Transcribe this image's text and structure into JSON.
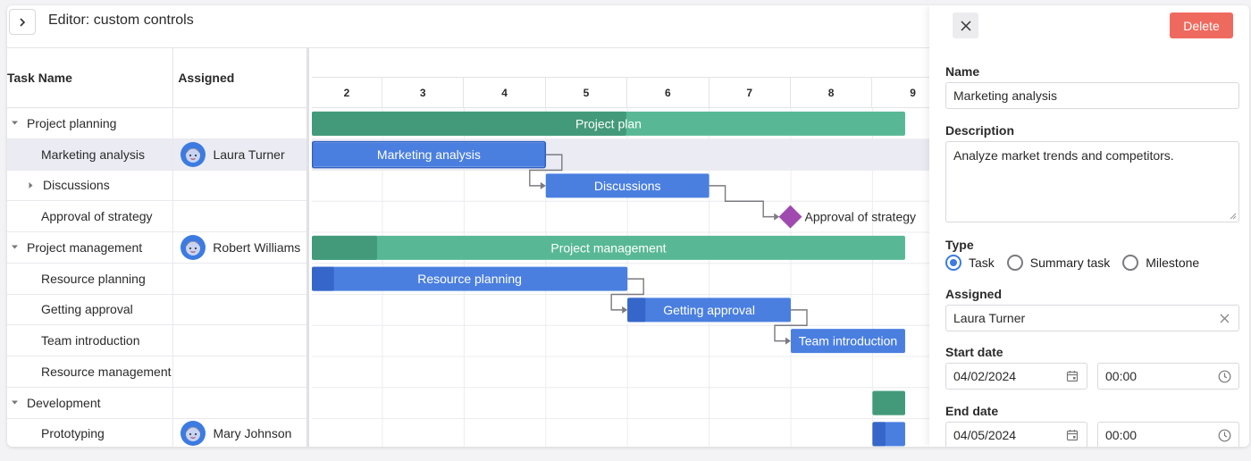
{
  "header": {
    "title": "Editor: custom controls"
  },
  "grid": {
    "columns": {
      "name": "Task Name",
      "assigned": "Assigned"
    },
    "rows": [
      {
        "name": "Project planning",
        "assigned": "",
        "toggle": "expanded",
        "level": 0
      },
      {
        "name": "Marketing analysis",
        "assigned": "Laura Turner",
        "toggle": "none",
        "level": 1,
        "selected": true
      },
      {
        "name": "Discussions",
        "assigned": "",
        "toggle": "collapsed",
        "level": 1
      },
      {
        "name": "Approval of strategy",
        "assigned": "",
        "toggle": "none",
        "level": 1
      },
      {
        "name": "Project management",
        "assigned": "Robert Williams",
        "toggle": "expanded",
        "level": 0
      },
      {
        "name": "Resource planning",
        "assigned": "",
        "toggle": "none",
        "level": 1
      },
      {
        "name": "Getting approval",
        "assigned": "",
        "toggle": "none",
        "level": 1
      },
      {
        "name": "Team introduction",
        "assigned": "",
        "toggle": "none",
        "level": 1
      },
      {
        "name": "Resource management",
        "assigned": "",
        "toggle": "none",
        "level": 1
      },
      {
        "name": "Development",
        "assigned": "",
        "toggle": "expanded",
        "level": 0
      },
      {
        "name": "Prototyping",
        "assigned": "Mary Johnson",
        "toggle": "none",
        "level": 1
      }
    ]
  },
  "timeline": {
    "days": [
      "2",
      "3",
      "4",
      "5",
      "6",
      "7",
      "8",
      "9"
    ],
    "bars": [
      {
        "label": "Project plan",
        "type": "summary",
        "start_day": 1.87,
        "end_day": 9.4,
        "progress": 0.53
      },
      {
        "label": "Marketing analysis",
        "type": "task",
        "start_day": 1.87,
        "end_day": 5.0,
        "progress": 0,
        "selected": true
      },
      {
        "label": "Discussions",
        "type": "task",
        "start_day": 5.0,
        "end_day": 7.0,
        "progress": 0
      },
      {
        "label": "Approval of strategy",
        "type": "milestone",
        "day": 8.0
      },
      {
        "label": "Project management",
        "type": "summary",
        "start_day": 1.87,
        "end_day": 9.4,
        "progress": 0.11
      },
      {
        "label": "Resource planning",
        "type": "task",
        "start_day": 1.87,
        "end_day": 6.0,
        "progress": 0.07
      },
      {
        "label": "Getting approval",
        "type": "task",
        "start_day": 6.0,
        "end_day": 8.0,
        "progress": 0.11
      },
      {
        "label": "Team introduction",
        "type": "task",
        "start_day": 8.0,
        "end_day": 9.4,
        "progress": 0
      },
      {
        "label": "",
        "type": "none"
      },
      {
        "label": "",
        "type": "summary",
        "start_day": 9.0,
        "end_day": 9.4,
        "progress": 1.0
      },
      {
        "label": "",
        "type": "task",
        "start_day": 9.0,
        "end_day": 9.4,
        "progress": 0.4
      }
    ],
    "colors": {
      "summary_bg": "#58b896",
      "summary_progress": "#439a7b",
      "task_bg": "#4a7fe0",
      "task_progress": "#3666c9",
      "milestone": "#a04ab0",
      "link": "#7a7a80"
    }
  },
  "editor": {
    "close_icon": "close-icon",
    "delete_label": "Delete",
    "name_label": "Name",
    "name_value": "Marketing analysis",
    "description_label": "Description",
    "description_value": "Analyze market trends and competitors.",
    "type_label": "Type",
    "type_options": [
      {
        "label": "Task",
        "checked": true
      },
      {
        "label": "Summary task",
        "checked": false
      },
      {
        "label": "Milestone",
        "checked": false
      }
    ],
    "assigned_label": "Assigned",
    "assigned_value": "Laura Turner",
    "start_label": "Start date",
    "start_date": "04/02/2024",
    "start_time": "00:00",
    "end_label": "End date",
    "end_date": "04/05/2024",
    "end_time": "00:00"
  }
}
